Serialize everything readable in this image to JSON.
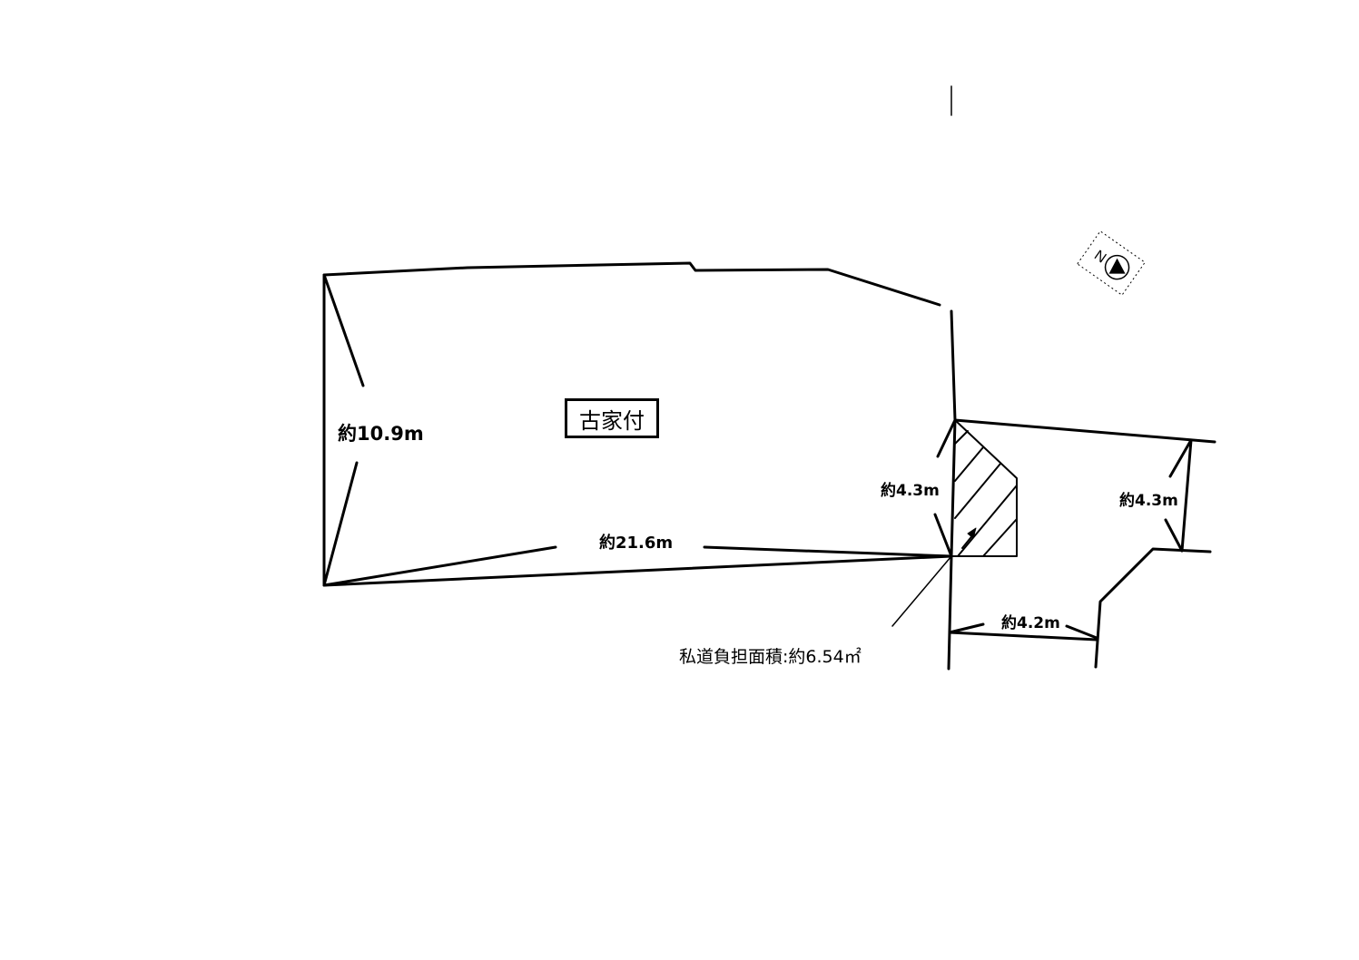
{
  "plot": {
    "label": "古家付",
    "dimensions": {
      "left_depth": "約10.9m",
      "bottom_frontage": "約21.6m",
      "private_road_width_a": "約4.3m",
      "private_road_width_b": "約4.3m",
      "private_road_width_c": "約4.2m"
    },
    "private_road_burden": "私道負担面積:約6.54㎡"
  },
  "compass": {
    "label": "N"
  },
  "colors": {
    "line": "#000000",
    "background": "#ffffff"
  }
}
